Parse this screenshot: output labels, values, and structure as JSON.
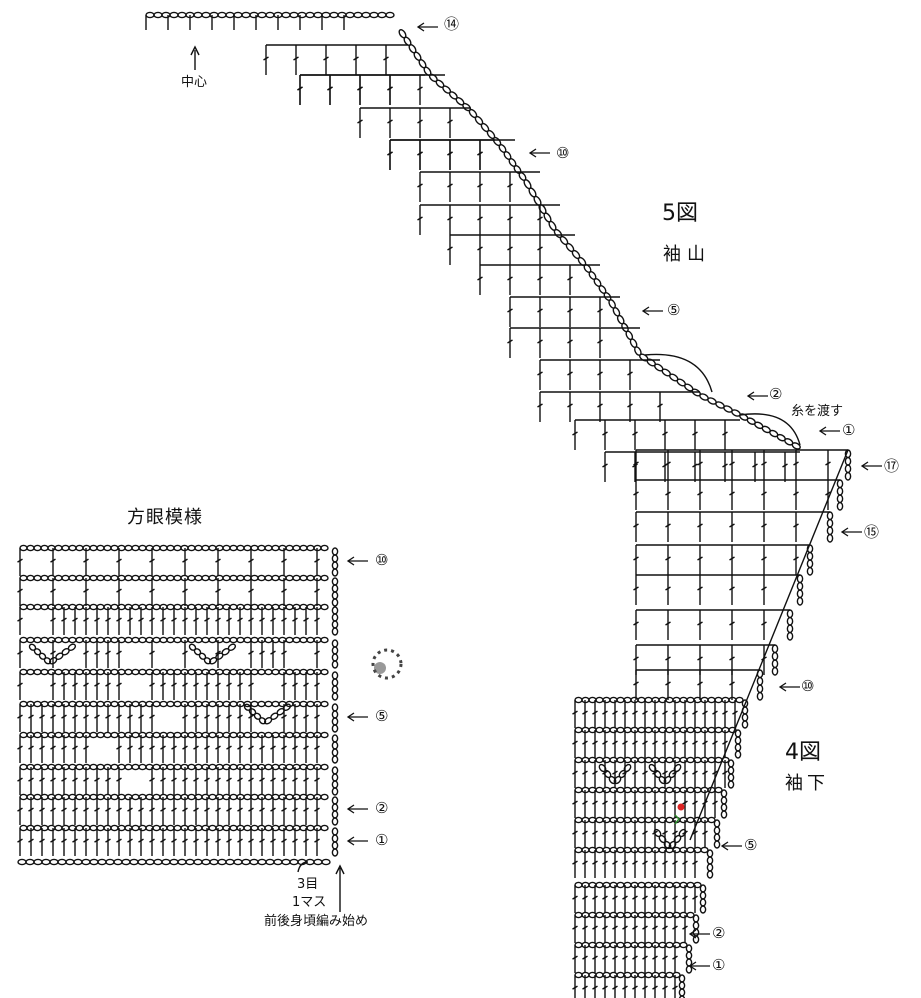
{
  "sleeve_cap": {
    "figure": "5図",
    "title": "袖山",
    "center_label": "中心",
    "carry_yarn_label": "糸を渡す",
    "row_labels": [
      "⑭",
      "⑩",
      "⑤",
      "②",
      "①"
    ]
  },
  "sleeve_underarm": {
    "figure": "4図",
    "title": "袖下",
    "row_labels_top": [
      "⑰",
      "⑮",
      "⑩"
    ],
    "row_labels_bottom": [
      "⑤",
      "②",
      "①"
    ]
  },
  "mesh_pattern": {
    "title": "方眼模様",
    "row_labels": [
      "⑩",
      "⑤",
      "②",
      "①"
    ],
    "start_note": {
      "line1": "3目",
      "line2": "1マス",
      "line3": "前後身頃編み始め"
    }
  },
  "arrow": "←"
}
